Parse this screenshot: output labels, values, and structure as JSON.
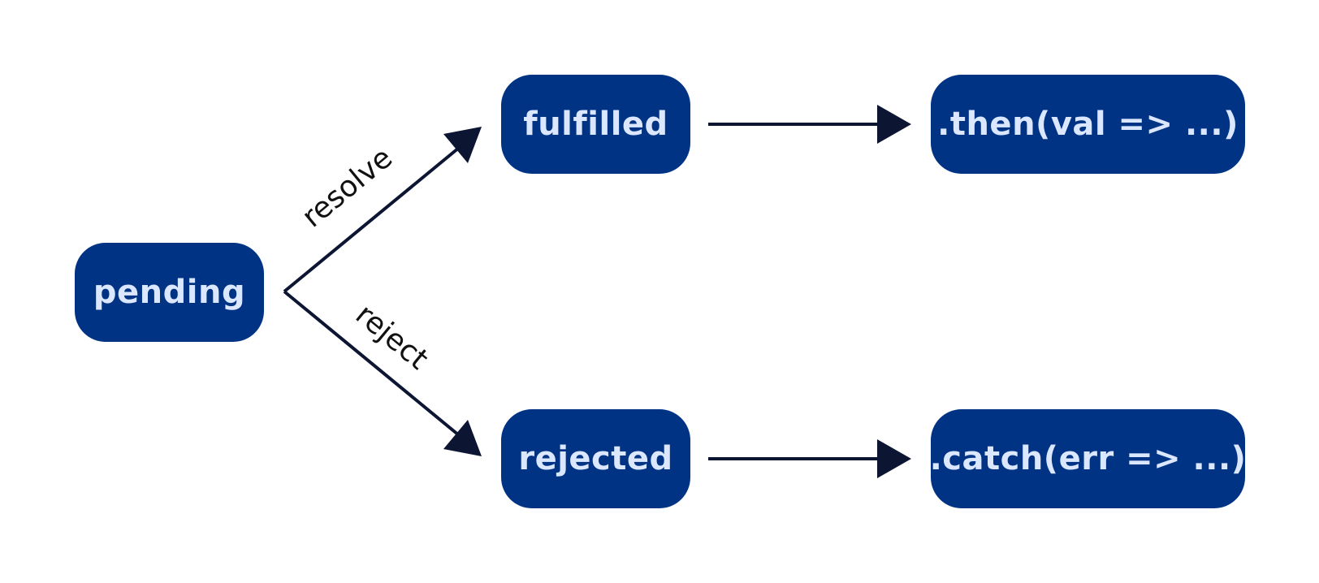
{
  "diagram": {
    "nodes": {
      "pending": "pending",
      "fulfilled": "fulfilled",
      "rejected": "rejected",
      "then": ".then(val => ...)",
      "catch": ".catch(err => ...)"
    },
    "edges": {
      "resolve": "resolve",
      "reject": "reject"
    },
    "colors": {
      "node_fill": "#003384",
      "node_text": "#dbe7ff",
      "edge": "#0c1633"
    }
  }
}
